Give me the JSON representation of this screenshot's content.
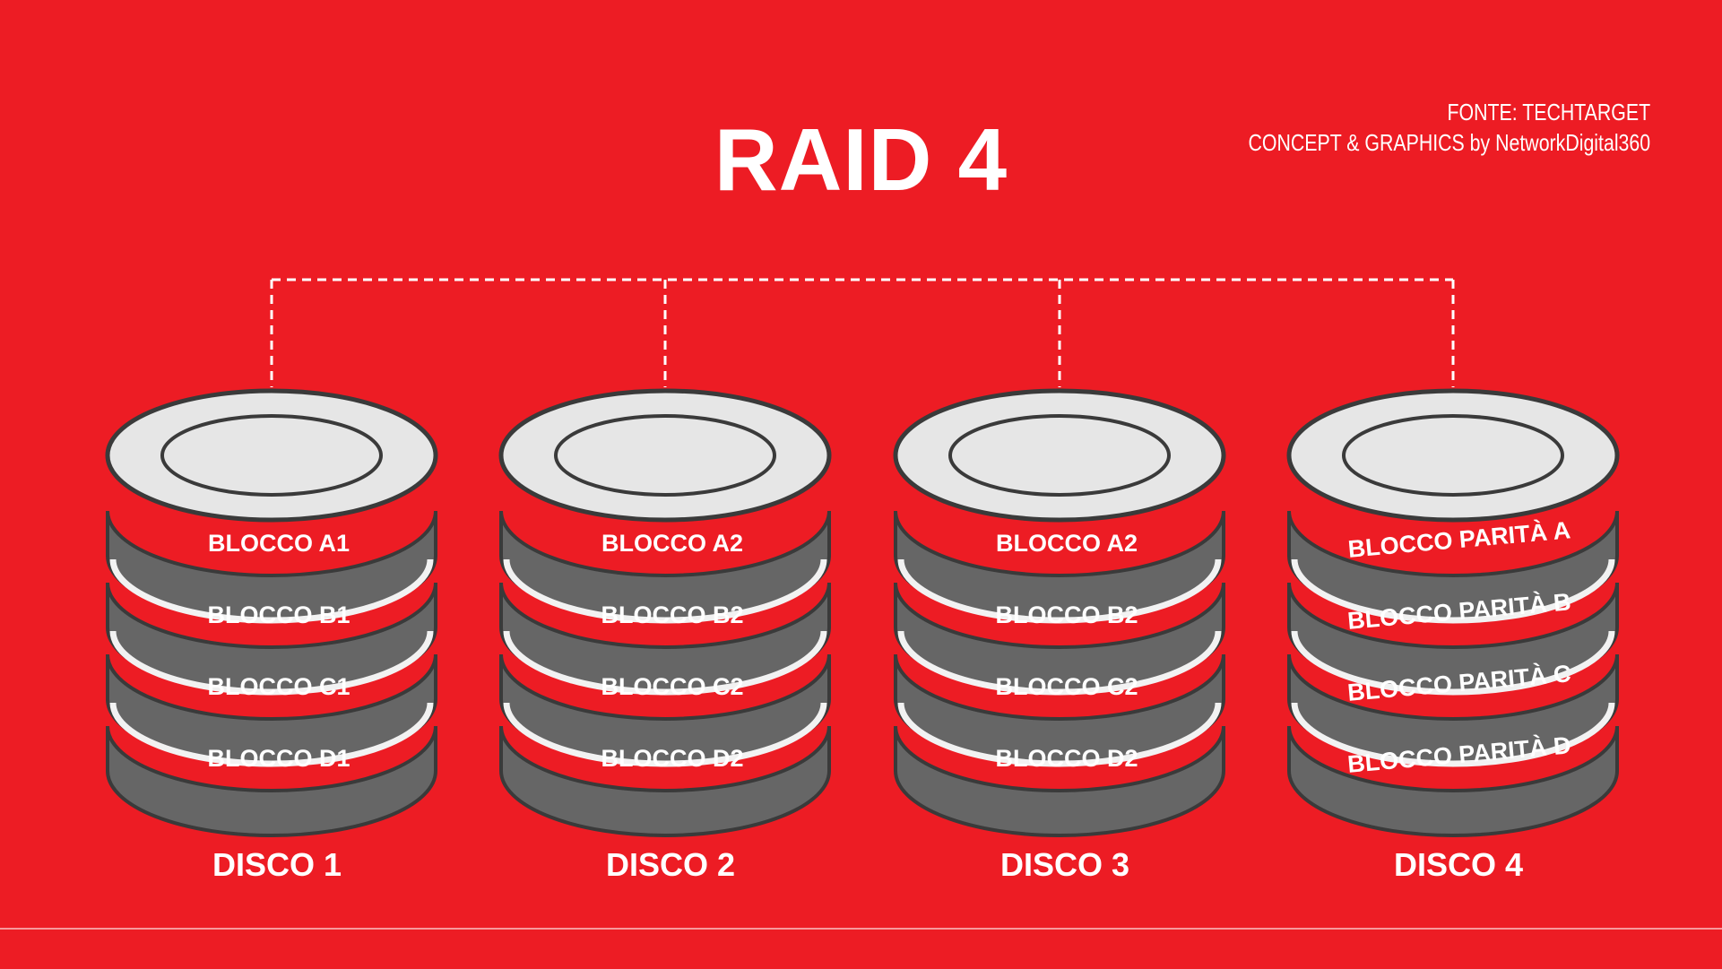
{
  "title": "RAID 4",
  "credits": {
    "source": "FONTE: TECHTARGET",
    "concept": "CONCEPT & GRAPHICS by NetworkDigital360"
  },
  "colors": {
    "background": "#ED1C24",
    "disk_body": "#666666",
    "disk_top": "#E6E6E6",
    "disk_outline": "#3A3A3A",
    "text": "#FFFFFF"
  },
  "disks": [
    {
      "label": "DISCO 1",
      "blocks": [
        "BLOCCO A1",
        "BLOCCO B1",
        "BLOCCO C1",
        "BLOCCO D1"
      ]
    },
    {
      "label": "DISCO 2",
      "blocks": [
        "BLOCCO A2",
        "BLOCCO B2",
        "BLOCCO C2",
        "BLOCCO D2"
      ]
    },
    {
      "label": "DISCO 3",
      "blocks": [
        "BLOCCO A2",
        "BLOCCO B2",
        "BLOCCO C2",
        "BLOCCO D2"
      ]
    },
    {
      "label": "DISCO 4",
      "blocks": [
        "BLOCCO PARITÀ A",
        "BLOCCO PARITÀ B",
        "BLOCCO PARITÀ C",
        "BLOCCO PARITÀ D"
      ],
      "parity": true
    }
  ]
}
